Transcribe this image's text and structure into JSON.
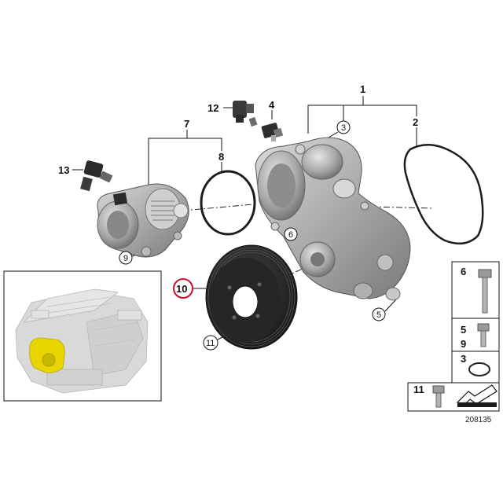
{
  "diagram": {
    "callouts": {
      "c1": "1",
      "c2": "2",
      "c3": "3",
      "c4": "4",
      "c5": "5",
      "c6": "6",
      "c7": "7",
      "c8": "8",
      "c9": "9",
      "c10": "10",
      "c11": "11",
      "c12": "12",
      "c13": "13"
    },
    "side_panel": {
      "row_6": "6",
      "row_5": "5",
      "row_9": "9",
      "row_3": "3",
      "row_11": "11"
    },
    "reference_number": "208135",
    "colors": {
      "highlight_circle": "#c8102e",
      "engine_highlight": "#e8d400",
      "parts_gray": "#9a9a9a",
      "pulley_dark": "#2b2b2b"
    }
  }
}
